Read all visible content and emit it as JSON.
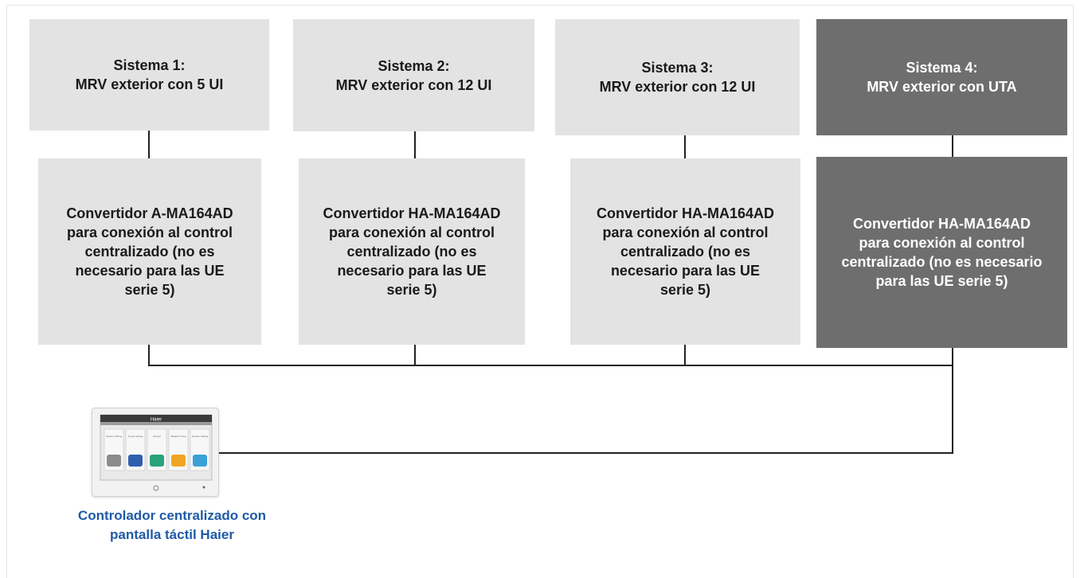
{
  "systems": [
    {
      "title": "Sistema 1:\nMRV exterior con 5 UI",
      "converter": "Convertidor A-MA164AD\npara conexión al control\ncentralizado (no es\nnecesario para las UE\nserie 5)"
    },
    {
      "title": "Sistema 2:\nMRV exterior con 12 UI",
      "converter": "Convertidor HA-MA164AD\npara conexión al control\ncentralizado (no es\nnecesario para las UE\nserie 5)"
    },
    {
      "title": "Sistema 3:\nMRV exterior con 12 UI",
      "converter": "Convertidor HA-MA164AD\npara conexión al control\ncentralizado (no es\nnecesario para las UE\nserie 5)"
    },
    {
      "title": "Sistema 4:\nMRV exterior con UTA",
      "converter": "Convertidor HA-MA164AD\npara conexión al control\ncentralizado (no es necesario\npara las UE serie 5)"
    }
  ],
  "controller": {
    "brand": "Haier",
    "tiles": [
      "System Setting",
      "Group Setting",
      "Groups",
      "Weekly Timing",
      "System Setting"
    ],
    "caption": "Controlador centralizado con\npantalla táctil Haier"
  },
  "colors": {
    "light_box": "#e3e3e3",
    "dark_box": "#6e6e6e",
    "caption": "#1f5aa6",
    "line": "#222222"
  }
}
